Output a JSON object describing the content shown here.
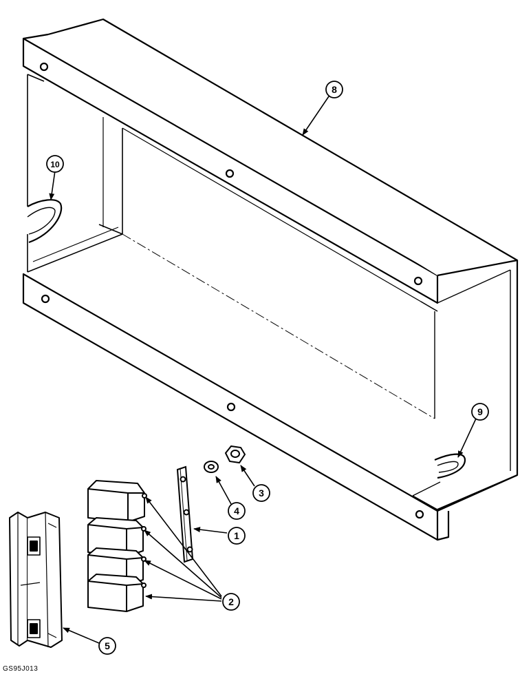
{
  "diagram": {
    "figure_code": "GS95J013",
    "callouts": [
      {
        "id": "callout-1",
        "label": "1"
      },
      {
        "id": "callout-2",
        "label": "2"
      },
      {
        "id": "callout-3",
        "label": "3"
      },
      {
        "id": "callout-4",
        "label": "4"
      },
      {
        "id": "callout-5",
        "label": "5"
      },
      {
        "id": "callout-8",
        "label": "8"
      },
      {
        "id": "callout-9",
        "label": "9"
      },
      {
        "id": "callout-10",
        "label": "10"
      }
    ]
  }
}
